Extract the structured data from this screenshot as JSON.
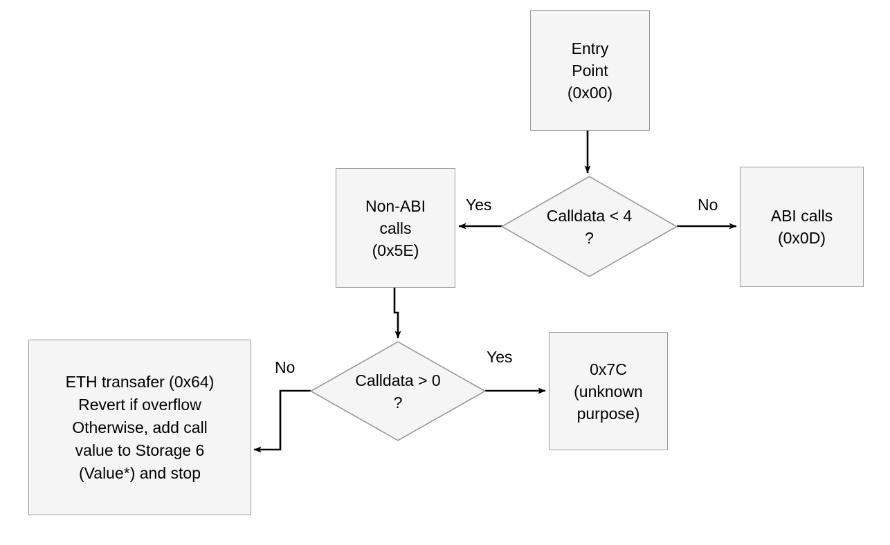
{
  "diagram": {
    "title": "EVM contract dispatch control flow",
    "background": "#ffffff",
    "node_fill": "#f5f5f5",
    "node_stroke": "#999999",
    "edge_color": "#000000",
    "text_color": "#000000"
  },
  "nodes": {
    "entry_point": {
      "label": "Entry\nPoint\n(0x00)",
      "shape": "process"
    },
    "decision_calldata_lt4": {
      "label": "Calldata < 4\n?",
      "shape": "decision"
    },
    "non_abi_calls": {
      "label": "Non-ABI\ncalls\n(0x5E)",
      "shape": "process"
    },
    "abi_calls": {
      "label": "ABI calls\n(0x0D)",
      "shape": "process"
    },
    "decision_calldata_gt0": {
      "label": "Calldata > 0\n?",
      "shape": "decision"
    },
    "unknown_purpose": {
      "label": "0x7C\n(unknown\npurpose)",
      "shape": "process"
    },
    "eth_transfer": {
      "label": "ETH transafer (0x64)\nRevert if overflow\nOtherwise, add call\nvalue to Storage 6\n(Value*) and stop",
      "shape": "process"
    }
  },
  "edge_labels": {
    "lt4_yes": "Yes",
    "lt4_no": "No",
    "gt0_yes": "Yes",
    "gt0_no": "No"
  }
}
